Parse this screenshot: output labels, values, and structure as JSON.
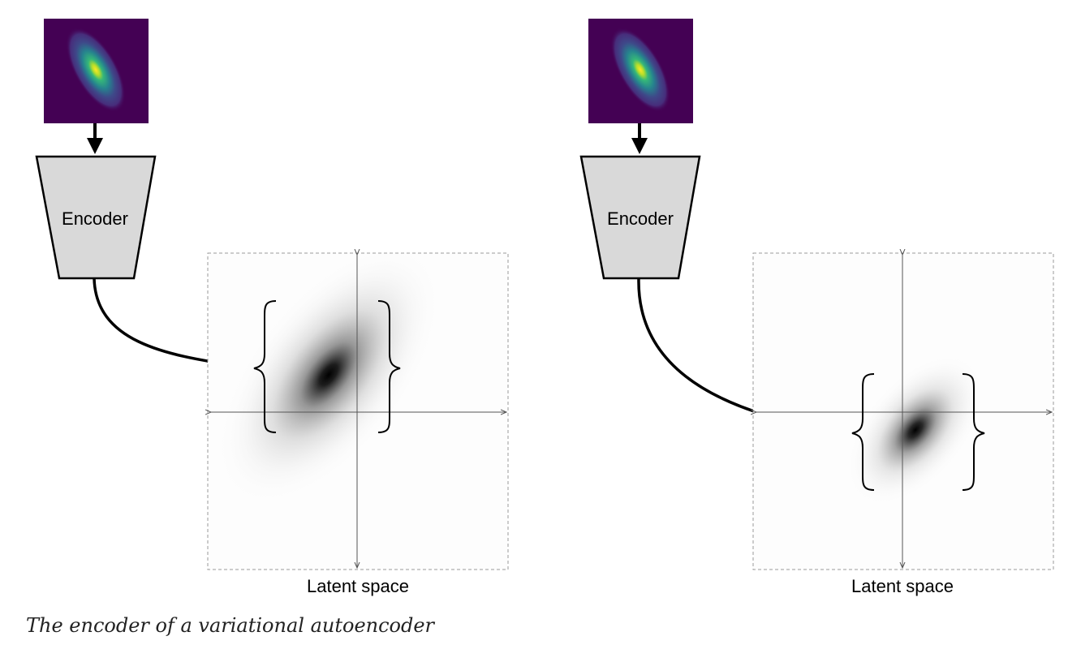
{
  "panels": [
    {
      "id": "left",
      "encoder_label": "Encoder",
      "latent_label": "Latent space"
    },
    {
      "id": "right",
      "encoder_label": "Encoder",
      "latent_label": "Latent space"
    }
  ],
  "caption": "The encoder of a variational autoencoder",
  "colors": {
    "input_background": "#440154",
    "input_center": "#fde725",
    "encoder_fill": "#d9d9d9",
    "axis": "#555555",
    "frame_dash": "#9a9a9a",
    "arrow": "#000000"
  }
}
